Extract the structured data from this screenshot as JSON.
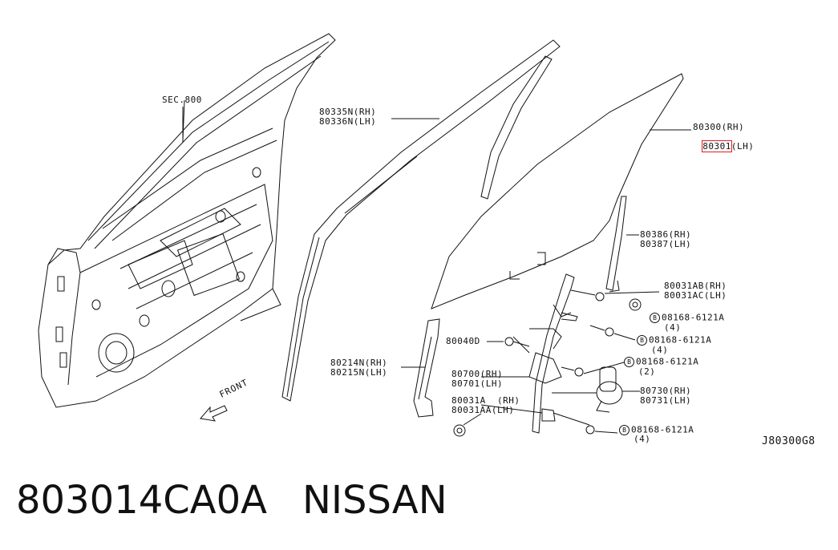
{
  "labels": {
    "sec": "SEC.800",
    "p80335_rh": "80335N(RH)",
    "p80336_lh": "80336N(LH)",
    "p80300_rh": "80300(RH)",
    "p80301": "80301",
    "p80301_lh": "(LH)",
    "p80386_rh": "80386(RH)",
    "p80387_lh": "80387(LH)",
    "p80031ab_rh": "80031AB(RH)",
    "p80031ac_lh": "80031AC(LH)",
    "b1_code": "08168-6121A",
    "b1_qty": "(4)",
    "p80040d": "80040D",
    "b2_code": "08168-6121A",
    "b2_qty": "(4)",
    "b3_code": "08168-6121A",
    "b3_qty": "(2)",
    "p80214_rh": "80214N(RH)",
    "p80215_lh": "80215N(LH)",
    "p80700_rh": "80700(RH)",
    "p80701_lh": "80701(LH)",
    "p80730_rh": "80730(RH)",
    "p80731_lh": "80731(LH)",
    "p80031a_rh": "80031A  (RH)",
    "p80031aa_lh": "80031AA(LH)",
    "b4_code": "08168-6121A",
    "b4_qty": "(4)",
    "bolt_symbol": "B",
    "front": "FRONT",
    "diagram_id": "J80300G8"
  },
  "caption": {
    "part_number": "803014CA0A",
    "brand": "NISSAN"
  },
  "colors": {
    "line": "#111111",
    "highlight": "#e21b1b",
    "background": "#ffffff"
  }
}
